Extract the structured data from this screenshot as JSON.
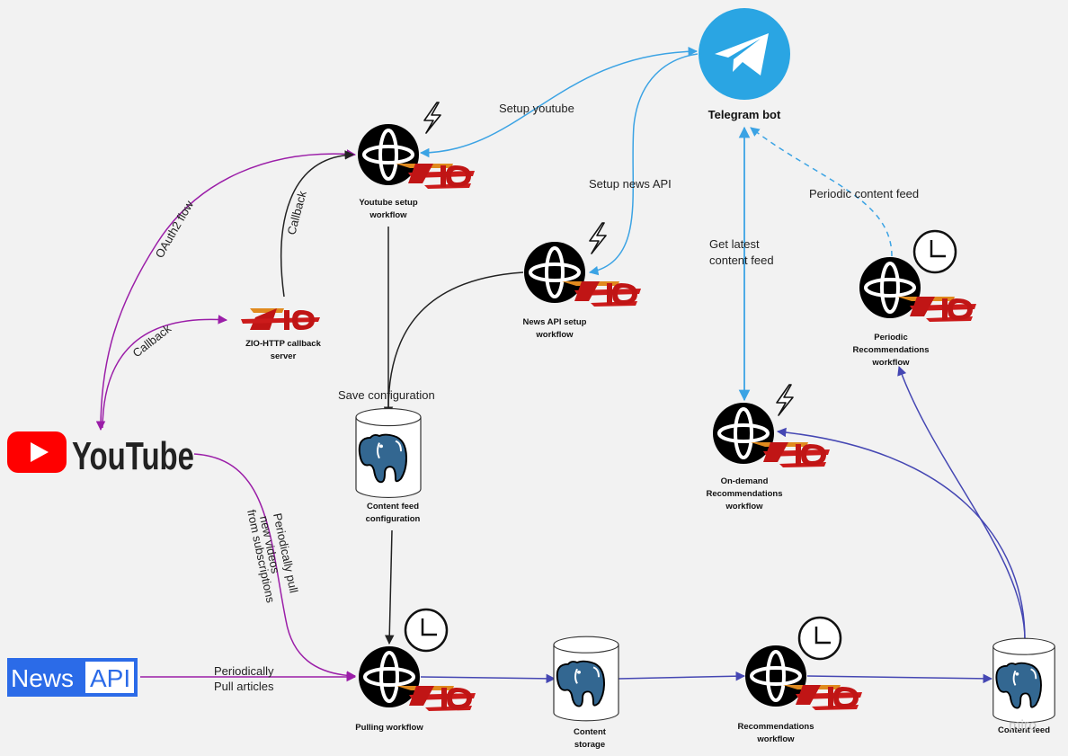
{
  "diagram": {
    "telegram": {
      "label": "Telegram bot"
    },
    "youtube": {
      "label": "YouTube"
    },
    "newsapi": {
      "label_left": "News",
      "label_right": "API"
    },
    "nodes": {
      "youtube_setup": [
        "Youtube setup",
        "workflow"
      ],
      "newsapi_setup": [
        "News API setup",
        "workflow"
      ],
      "callback_server": [
        "ZIO-HTTP callback",
        "server"
      ],
      "periodic_reco": [
        "Periodic",
        "Recommendations",
        "workflow"
      ],
      "ondemand_reco": [
        "On-demand",
        "Recommendations",
        "workflow"
      ],
      "config_db": [
        "Content feed",
        "configuration"
      ],
      "pulling": [
        "Pulling workflow"
      ],
      "storage_db": [
        "Content",
        "storage"
      ],
      "reco": [
        "Recommendations",
        "workflow"
      ],
      "feed_db": [
        "Content feed"
      ]
    },
    "edges": {
      "setup_youtube": "Setup youtube",
      "setup_news": "Setup news API",
      "periodic_feed": "Periodic content feed",
      "get_latest": [
        "Get latest",
        "content feed"
      ],
      "oauth": "OAuth2 flow",
      "callback_up": "Callback",
      "callback_left": "Callback",
      "save_config": "Save configuration",
      "pull_videos": [
        "Periodically pull",
        "new videos",
        "from subscriptions"
      ],
      "pull_articles": [
        "Periodically",
        "Pull articles"
      ]
    },
    "zio_text": "ZIO",
    "watermark": "miro",
    "colors": {
      "blue_edge": "#3ba3e4",
      "purple_edge": "#9b1ea8",
      "navy_edge": "#4547b3",
      "black_edge": "#222222",
      "telegram": "#2aa5e3",
      "youtube_red": "#ff0000",
      "newsapi_blue": "#2b6be8",
      "zio_red": "#d01818"
    }
  }
}
